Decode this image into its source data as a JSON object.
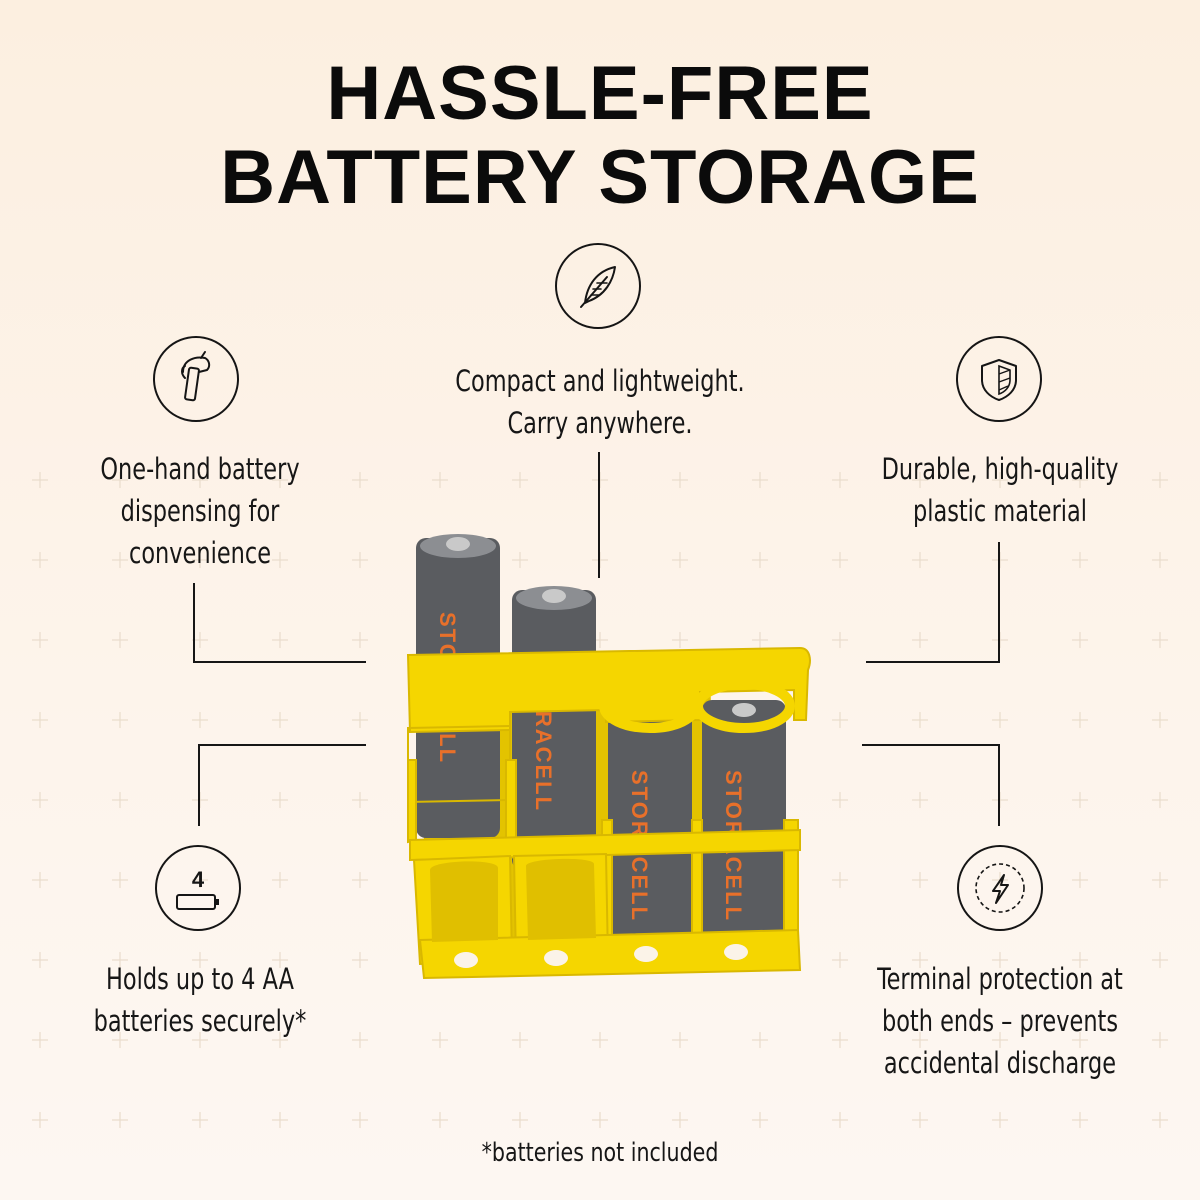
{
  "title": {
    "line1": "HASSLE-FREE",
    "line2": "BATTERY STORAGE"
  },
  "features": {
    "lightweight": {
      "icon": "feather-icon",
      "lines": [
        "Compact and lightweight.",
        "Carry anywhere."
      ]
    },
    "one_hand": {
      "icon": "hand-dispense-icon",
      "lines": [
        "One-hand battery",
        "dispensing for",
        "convenience"
      ]
    },
    "durable": {
      "icon": "shield-icon",
      "lines": [
        "Durable, high-quality",
        "plastic material"
      ]
    },
    "capacity": {
      "icon": "battery-count-icon",
      "icon_number": "4",
      "lines": [
        "Holds up to 4 AA",
        "batteries securely*"
      ]
    },
    "terminal": {
      "icon": "lightning-bolt-icon",
      "lines": [
        "Terminal protection at",
        "both ends – prevents",
        "accidental discharge"
      ]
    }
  },
  "product": {
    "battery_label": "STORACELL",
    "case_color": "#f5d600",
    "battery_color": "#5a5c60",
    "label_color": "#e8702a"
  },
  "footnote": "*batteries not included"
}
